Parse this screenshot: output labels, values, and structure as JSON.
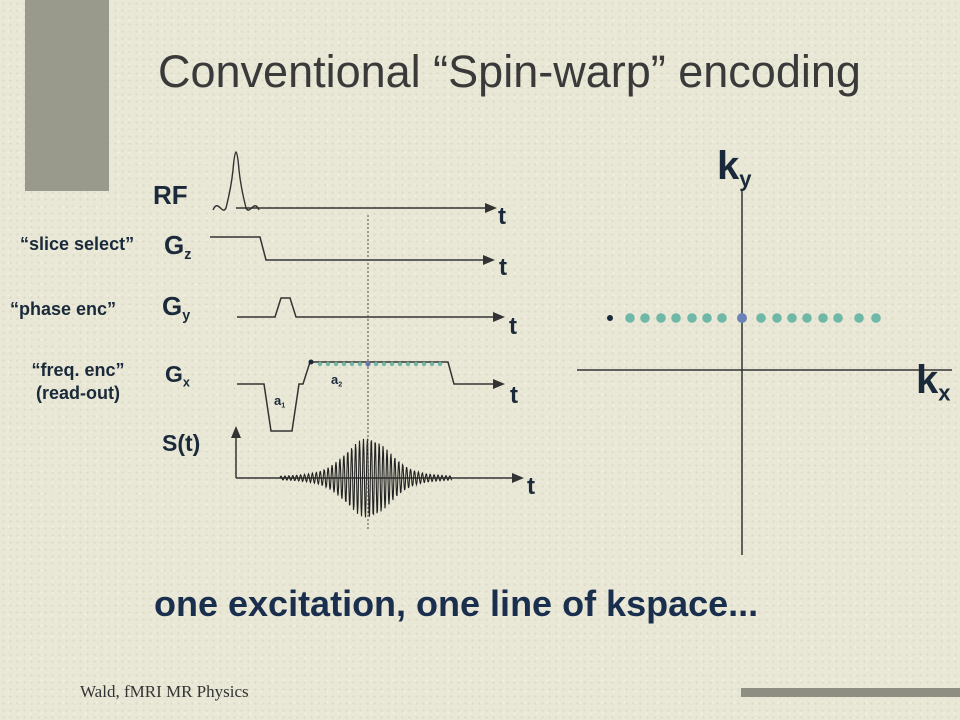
{
  "title": "Conventional “Spin-warp” encoding",
  "caption": "one excitation, one line of kspace...",
  "footer": "Wald, fMRI MR Physics",
  "pulse_sequence": {
    "rows": [
      {
        "id": "rf",
        "main": "RF",
        "sub": "",
        "note": "",
        "axis": "t"
      },
      {
        "id": "gz",
        "main": "G",
        "sub": "z",
        "note": "“slice select”",
        "axis": "t"
      },
      {
        "id": "gy",
        "main": "G",
        "sub": "y",
        "note": "“phase enc”",
        "axis": "t"
      },
      {
        "id": "gx",
        "main": "G",
        "sub": "x",
        "note": "“freq. enc”",
        "note2": "(read-out)",
        "axis": "t"
      },
      {
        "id": "st",
        "main": "S(t)",
        "sub": "",
        "note": "",
        "axis": "t"
      }
    ],
    "lobe_labels": [
      {
        "main": "a",
        "sub": "1"
      },
      {
        "main": "a",
        "sub": "2"
      }
    ]
  },
  "kspace": {
    "kx_main": "k",
    "kx_sub": "x",
    "ky_main": "k",
    "ky_sub": "y",
    "dot_color": "#6fb8a8",
    "center_dot_color": "#6a82b8",
    "start_dot_color": "#1a2a3a"
  }
}
